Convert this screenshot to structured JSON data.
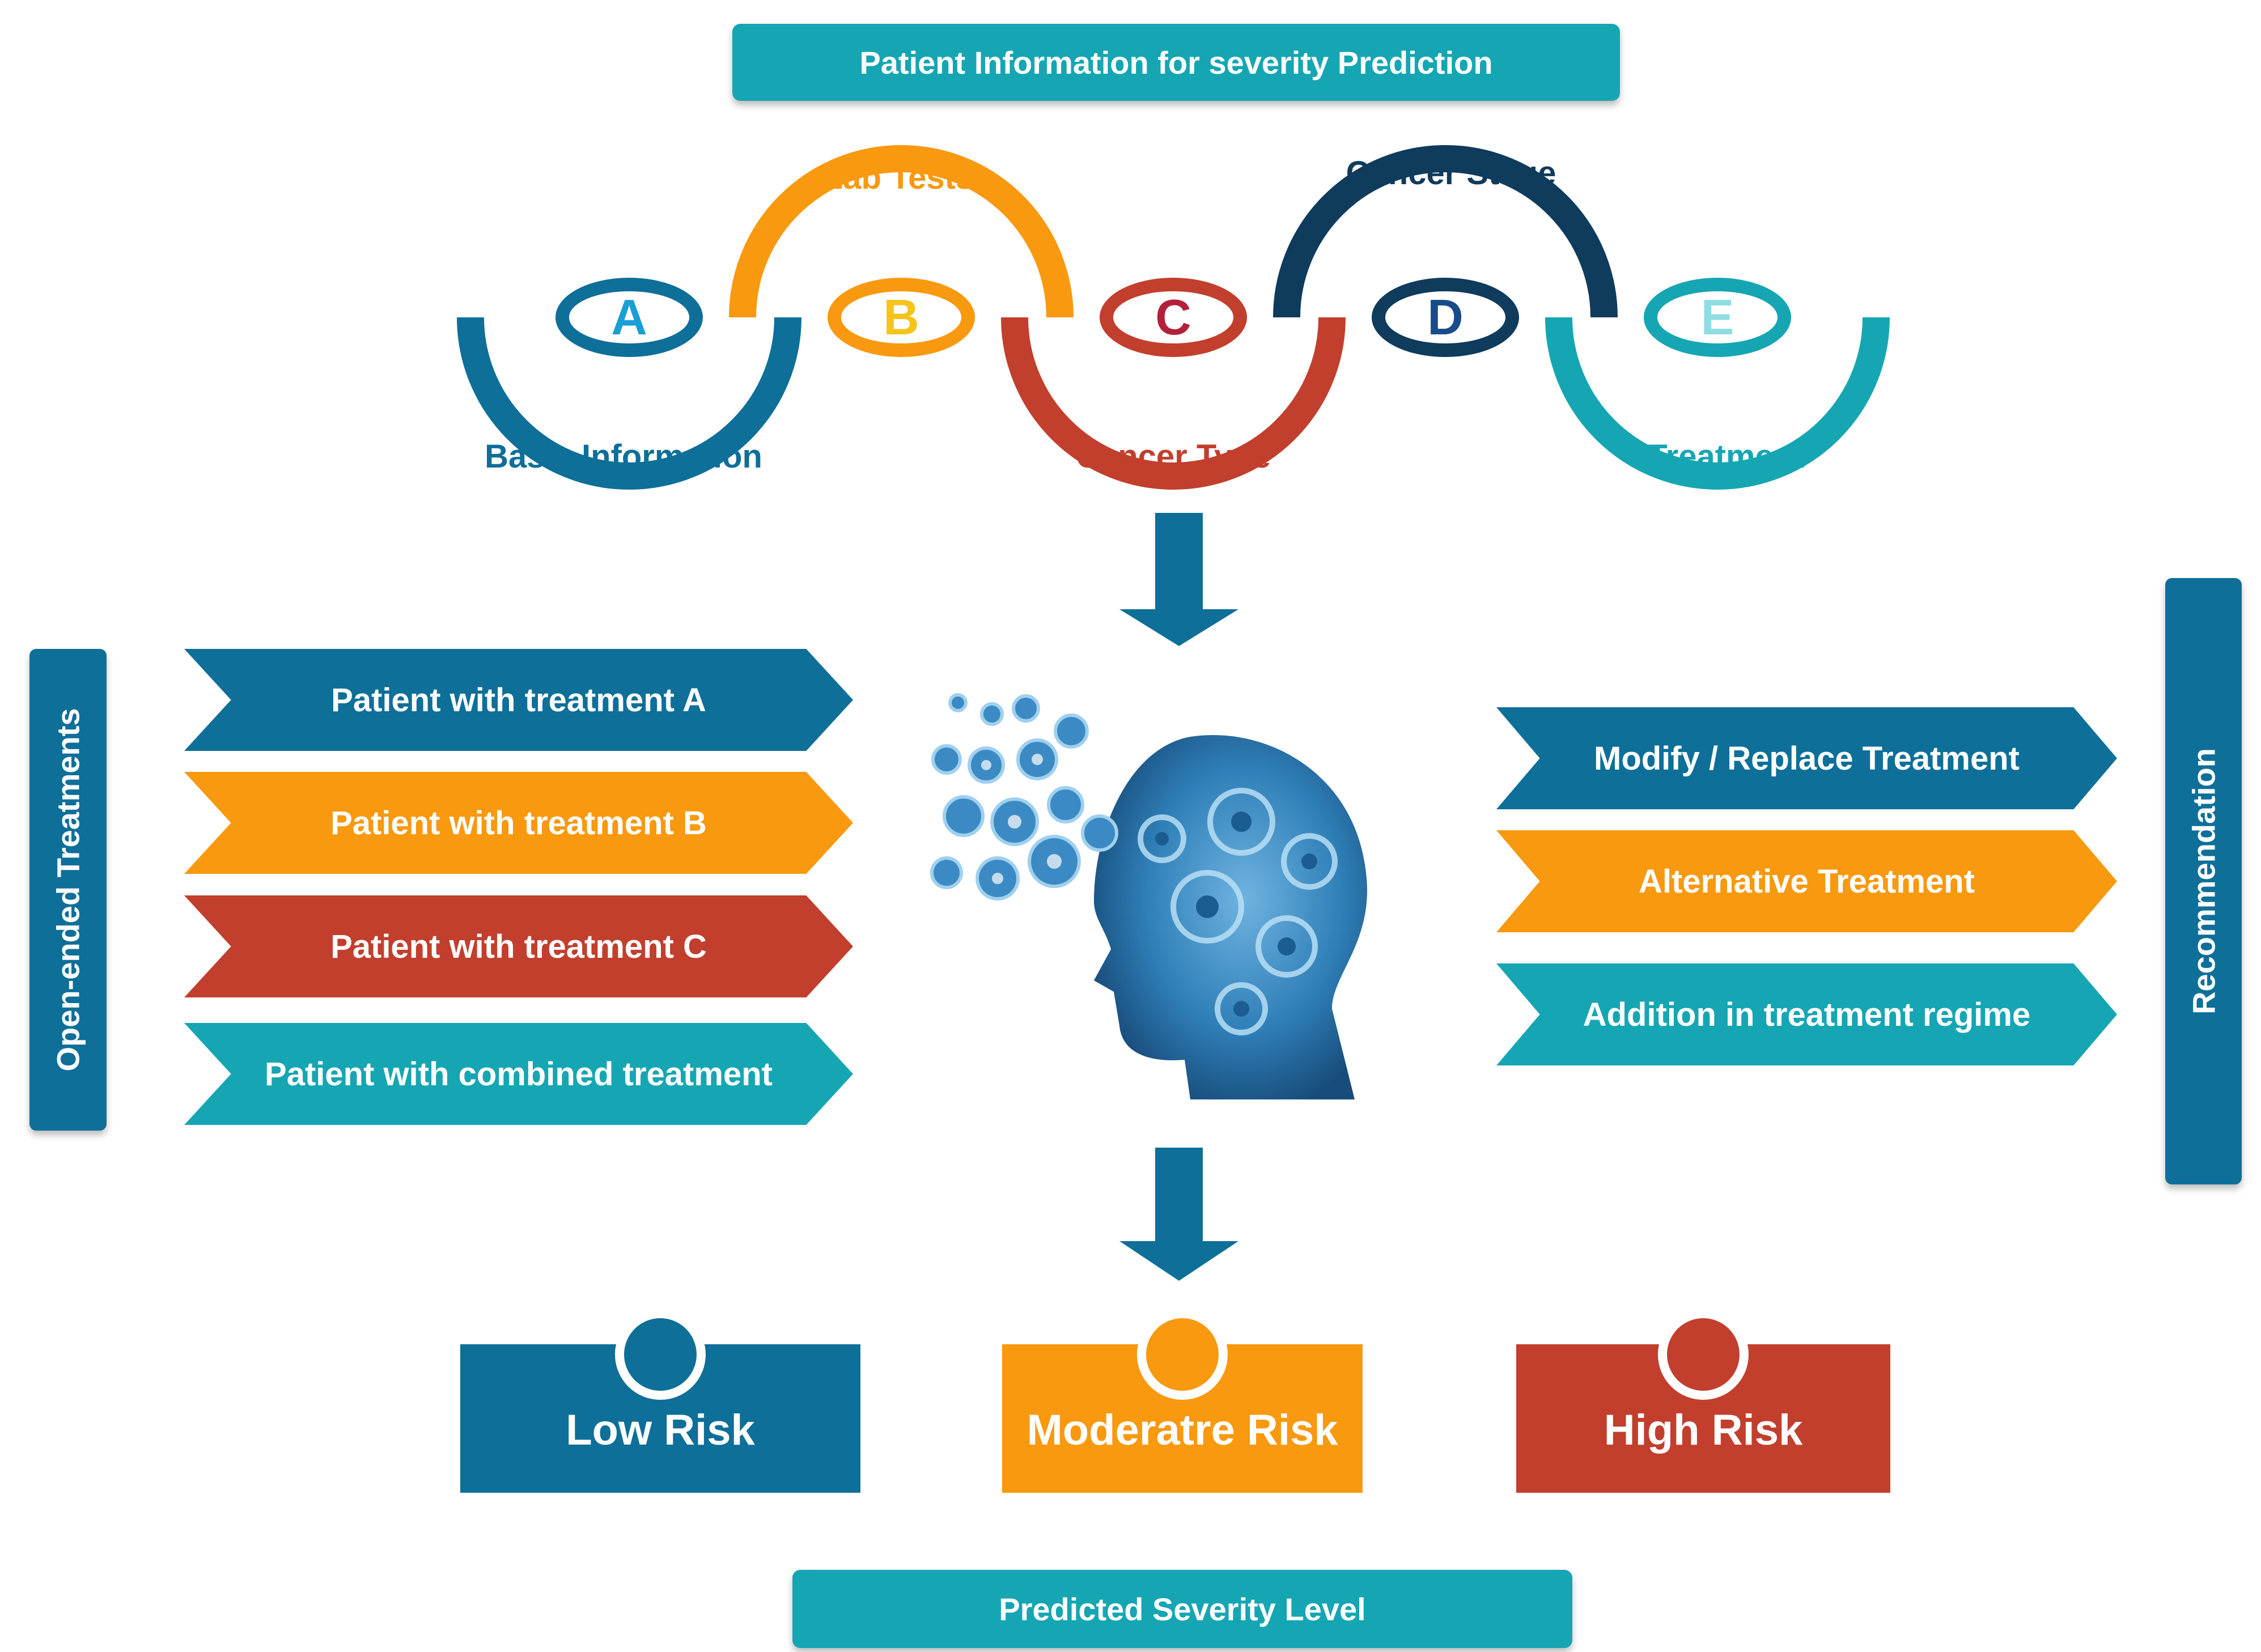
{
  "colors": {
    "blue": "#0e6f99",
    "orange": "#f8990f",
    "red": "#c23f2d",
    "navy": "#0f3b5c",
    "teal": "#16a6b3",
    "lightTeal": "#7fd6df"
  },
  "header": {
    "title": "Patient Information for severity Prediction"
  },
  "wave": {
    "labels": {
      "basic_information": "Basic Information",
      "lab_tests": "Lab Tests",
      "cancer_type": "Cancer Type",
      "cancer_stage": "Cancer Stage",
      "treatment": "Treatment"
    },
    "letters": {
      "a": "A",
      "b": "B",
      "c": "C",
      "d": "D",
      "e": "E"
    }
  },
  "left_panel": {
    "title": "Open-ended Treatments",
    "items": [
      "Patient with treatment A",
      "Patient with treatment B",
      "Patient with treatment C",
      "Patient with combined treatment"
    ]
  },
  "center": {
    "image_icon": "head-gears-icon"
  },
  "right_panel": {
    "title": "Recommendation",
    "items": [
      "Modify / Replace Treatment",
      "Alternative Treatment",
      "Addition in treatment regime"
    ]
  },
  "risk_levels": [
    "Low Risk",
    "Moderatre Risk",
    "High Risk"
  ],
  "footer": {
    "title": "Predicted Severity Level"
  }
}
